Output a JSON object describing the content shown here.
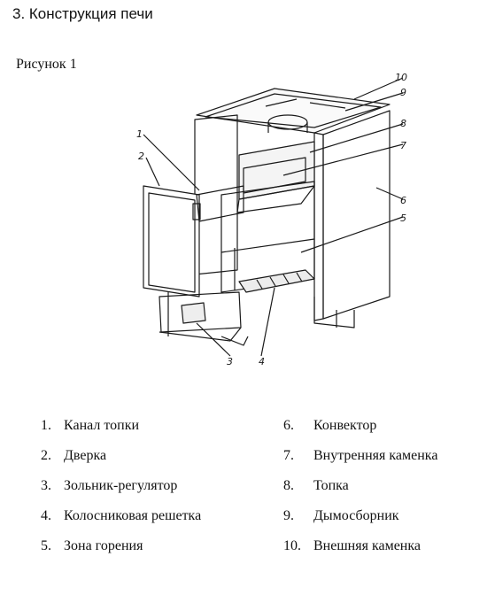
{
  "section_title": "3. Конструкция печи",
  "figure_label": "Рисунок 1",
  "drawing": {
    "callouts": [
      "1",
      "2",
      "3",
      "4",
      "5",
      "6",
      "7",
      "8",
      "9",
      "10"
    ],
    "icon": "stove-cutaway-drawing"
  },
  "legend": {
    "left": [
      {
        "num": "1.",
        "text": "Канал топки"
      },
      {
        "num": "2.",
        "text": "Дверка"
      },
      {
        "num": "3.",
        "text": "Зольник-регулятор"
      },
      {
        "num": "4.",
        "text": "Колосниковая решетка"
      },
      {
        "num": "5.",
        "text": "Зона горения"
      }
    ],
    "right": [
      {
        "num": "6.",
        "text": "Конвектор"
      },
      {
        "num": "7.",
        "text": "Внутренняя каменка"
      },
      {
        "num": "8.",
        "text": "Топка"
      },
      {
        "num": "9.",
        "text": "Дымосборник"
      },
      {
        "num": "10.",
        "text": "Внешняя каменка"
      }
    ]
  }
}
